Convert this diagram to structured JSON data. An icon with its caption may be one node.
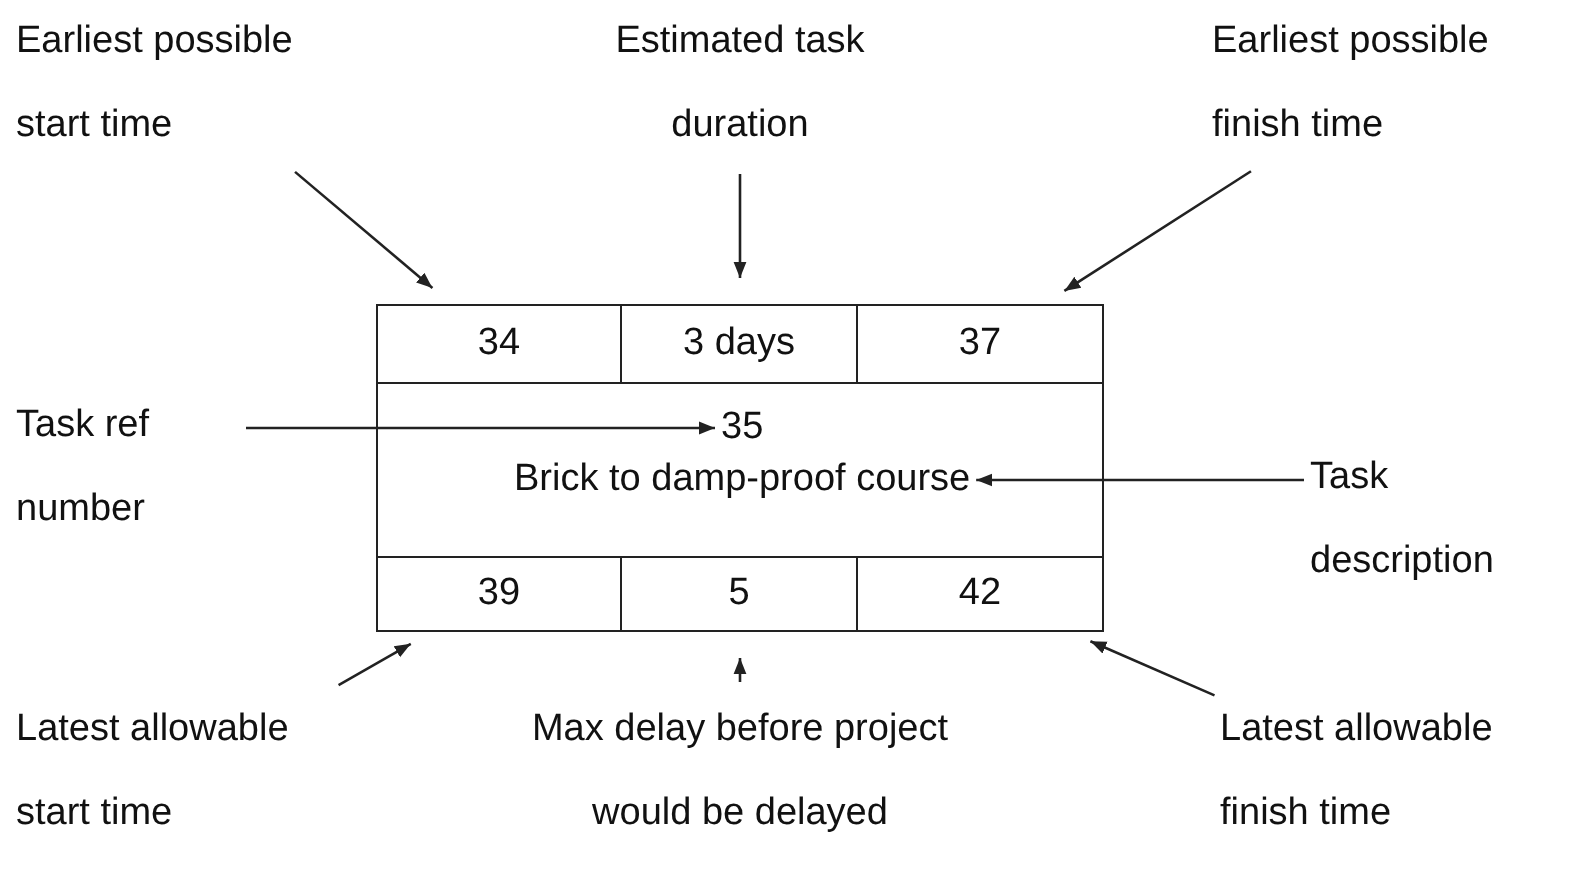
{
  "diagram": {
    "nodes": [
      {
        "text": [],
        "shape": "box"
      },
      {
        "text": [
          "Earliest possible start time"
        ]
      },
      {
        "text": [
          "Estimated task duration"
        ]
      },
      {
        "text": [
          "Earliest possible finish time"
        ]
      },
      {
        "text": [
          "34"
        ],
        "in": 0
      },
      {
        "text": [
          "3 days"
        ],
        "in": 0
      },
      {
        "text": [
          "37"
        ],
        "in": 0
      },
      {
        "text": [
          "Task ref number"
        ]
      },
      {
        "text": [
          "35"
        ],
        "in": 0
      },
      {
        "text": [
          "Brick to damp-proof course"
        ],
        "in": 0
      },
      {
        "text": [
          "Task description"
        ]
      },
      {
        "text": [
          "39"
        ],
        "in": 0
      },
      {
        "text": [
          "5"
        ],
        "in": 0
      },
      {
        "text": [
          "42"
        ],
        "in": 0
      },
      {
        "text": [
          "Latest allowable start time"
        ]
      },
      {
        "text": [
          "Max delay before project would be delayed"
        ]
      },
      {
        "text": [
          "Latest allowable finish time"
        ]
      }
    ],
    "edges": [
      {
        "from": 1,
        "to": 4,
        "arrow": "to"
      },
      {
        "from": 2,
        "to": 5,
        "arrow": "to"
      },
      {
        "from": 3,
        "to": 6,
        "arrow": "to"
      },
      {
        "from": 7,
        "to": 8,
        "arrow": "to"
      },
      {
        "from": 10,
        "to": 9,
        "arrow": "to"
      },
      {
        "from": 14,
        "to": 11,
        "arrow": "to"
      },
      {
        "from": 15,
        "to": 12,
        "arrow": "to"
      },
      {
        "from": 16,
        "to": 13,
        "arrow": "to"
      }
    ]
  }
}
